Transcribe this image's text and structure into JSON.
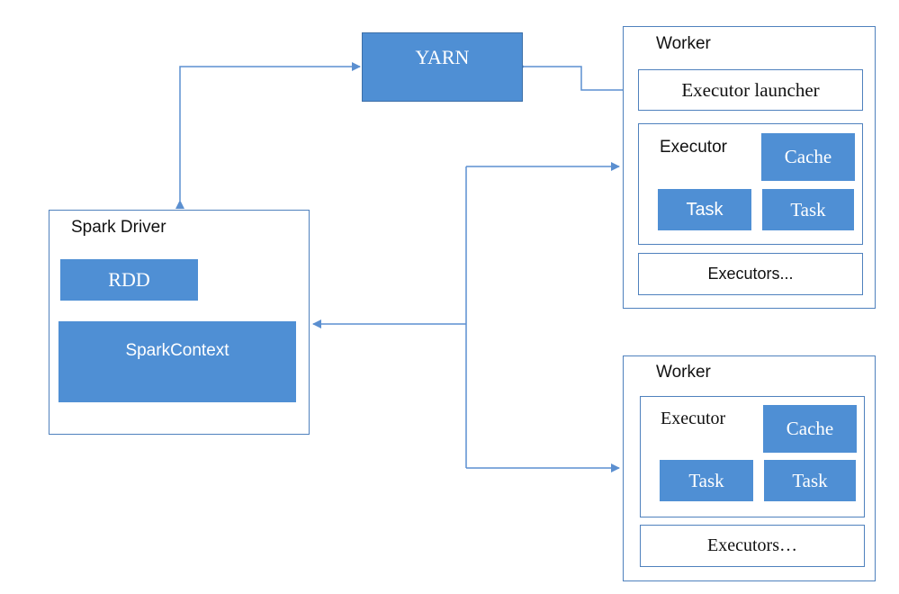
{
  "yarn": {
    "label": "YARN"
  },
  "driver": {
    "title": "Spark Driver",
    "rdd": "RDD",
    "context": "SparkContext"
  },
  "worker1": {
    "title": "Worker",
    "launcher": "Executor launcher",
    "executor": {
      "title": "Executor",
      "cache": "Cache",
      "task1": "Task",
      "task2": "Task"
    },
    "more": "Executors..."
  },
  "worker2": {
    "title": "Worker",
    "executor": {
      "title": "Executor",
      "cache": "Cache",
      "task1": "Task",
      "task2": "Task"
    },
    "more": "Executors…"
  },
  "colors": {
    "fill": "#4f8fd4",
    "border": "#4f81bd",
    "line": "#5b8fd0"
  }
}
